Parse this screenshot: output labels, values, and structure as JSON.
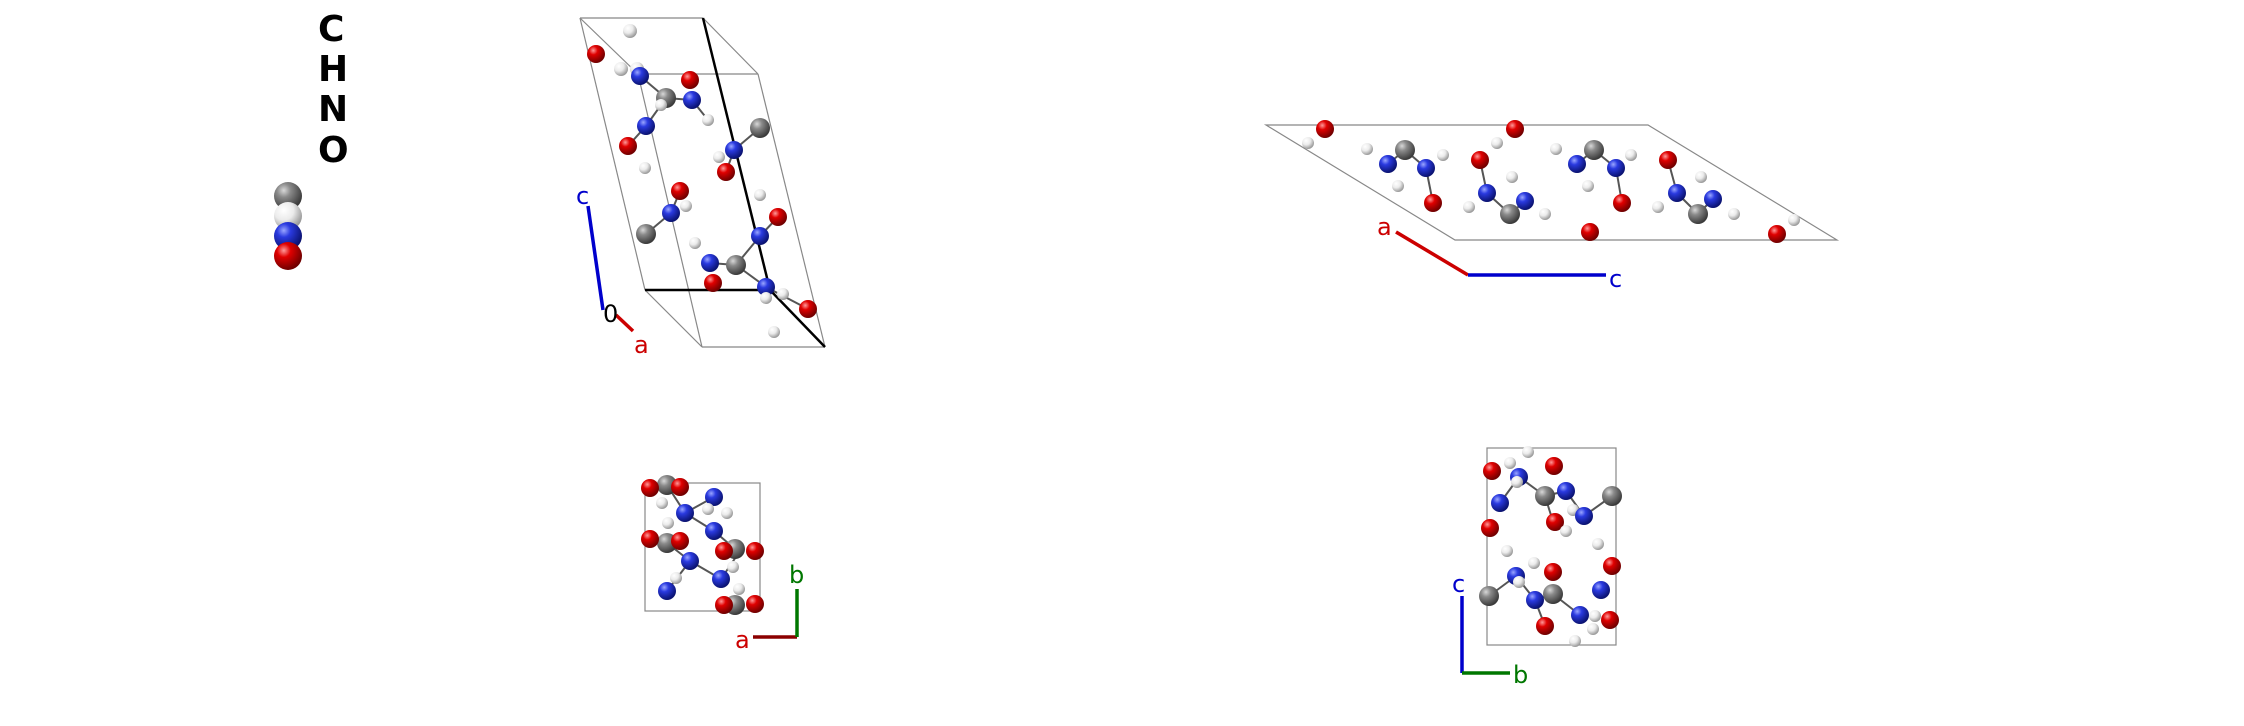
{
  "legend": {
    "elements": [
      {
        "symbol": "C",
        "color": "#7a7a7a"
      },
      {
        "symbol": "H",
        "color": "#f2f2f2"
      },
      {
        "symbol": "N",
        "color": "#2233dd"
      },
      {
        "symbol": "O",
        "color": "#dd0000"
      }
    ]
  },
  "views": {
    "perspective": {
      "axes": {
        "origin": "0",
        "a": "a",
        "c": "c"
      }
    },
    "along_b": {
      "axes": {
        "a": "a",
        "c": "c"
      }
    },
    "along_c": {
      "axes": {
        "a": "a",
        "b": "b"
      }
    },
    "along_a": {
      "axes": {
        "b": "b",
        "c": "c"
      }
    }
  },
  "colors": {
    "a_axis": "#cc0000",
    "b_axis": "#007700",
    "c_axis": "#0000cc",
    "cell_edge": "#888888",
    "bond": "#555555"
  }
}
